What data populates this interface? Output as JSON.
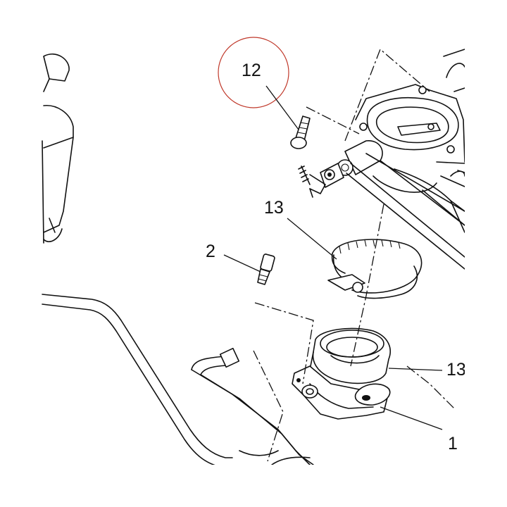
{
  "labels": {
    "part_12": "12",
    "part_13_top": "13",
    "part_2": "2",
    "part_13_right": "13",
    "part_1": "1"
  },
  "colors": {
    "line": "#111111",
    "highlight_circle": "#c0392b",
    "background": "#ffffff"
  }
}
